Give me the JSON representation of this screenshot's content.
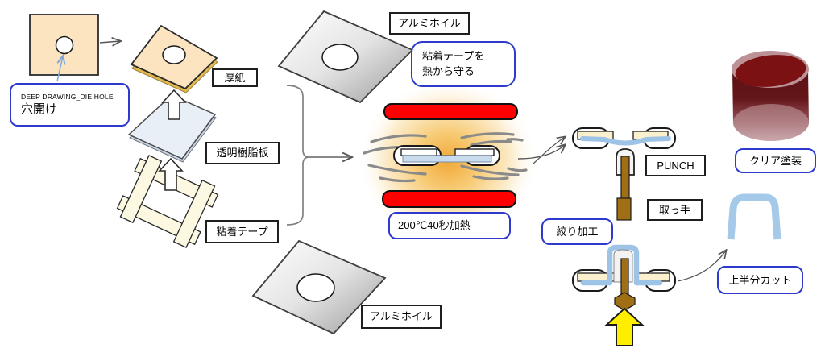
{
  "diagram": {
    "labels": {
      "die_note": {
        "en": "DEEP DRAWING_DIE HOLE",
        "ja": "穴開け"
      },
      "cardboard": "厚紙",
      "resin_plate": "透明樹脂板",
      "adhesive_tape": "粘着テープ",
      "aluminum_foil_top": "アルミホイル",
      "aluminum_foil_bottom": "アルミホイル",
      "protect_note": {
        "line1": "粘着テープを",
        "line2": "熱から守る"
      },
      "heating": "200℃40秒加熱",
      "drawing_process": "絞り加工",
      "punch": "PUNCH",
      "handle": "取っ手",
      "clear_coat": "クリア塗装",
      "cut_top_half": "上半分カット"
    },
    "colors": {
      "callout_border": "#2E3ACD",
      "heater_red": "#FF0000",
      "glow_orange": "#F0A32B",
      "resin_blue": "#9DC3E6",
      "punch_brown": "#A06E14",
      "press_arrow_yellow": "#FFEE00",
      "cardboard_beige": "#FBE4BF",
      "tape_cream": "#FCF8E2",
      "cup_maroon": "#6B1517"
    }
  }
}
